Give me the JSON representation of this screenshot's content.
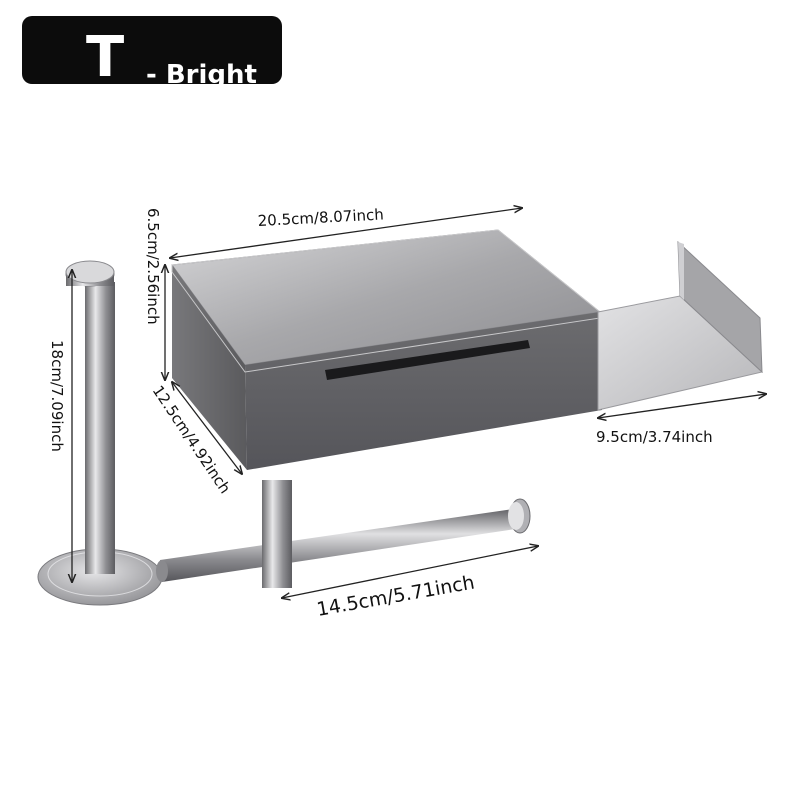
{
  "badge": {
    "letter": "T",
    "variant": "- Bright"
  },
  "dimensions": {
    "box_length": "20.5cm/8.07inch",
    "box_height": "6.5cm/2.56inch",
    "box_depth": "12.5cm/4.92inch",
    "shelf_width": "9.5cm/3.74inch",
    "stand_height": "18cm/7.09inch",
    "bar_length": "14.5cm/5.71inch"
  },
  "colors": {
    "badge_bg": "#0c0c0c",
    "badge_text": "#ffffff",
    "metal_dark": "#5e5e60",
    "metal_light": "#c9c9cb"
  }
}
